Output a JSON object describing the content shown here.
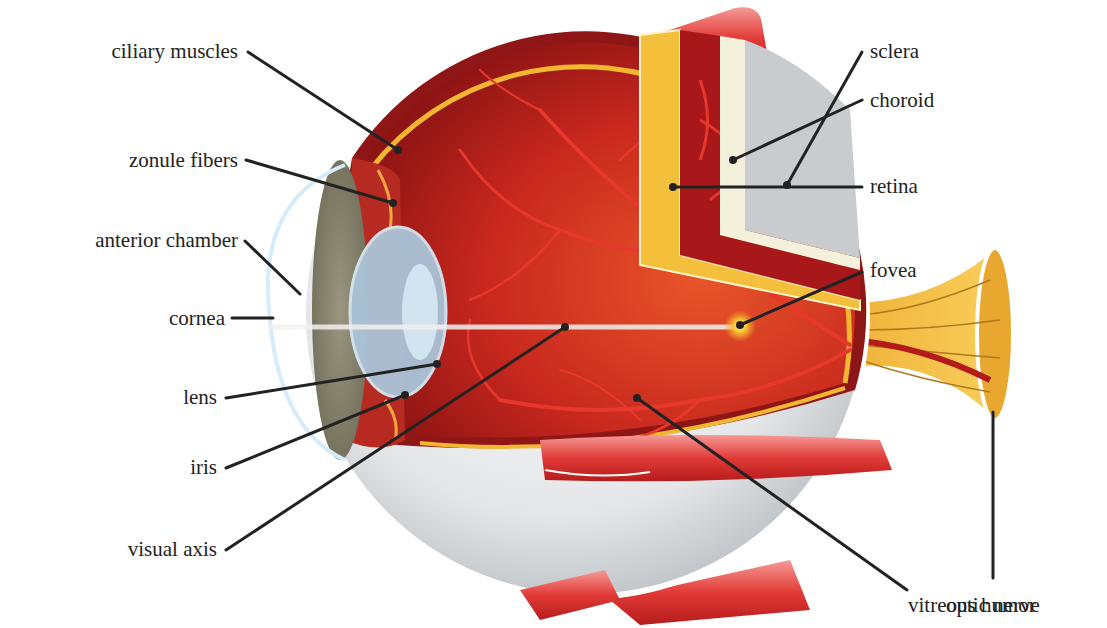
{
  "diagram": {
    "labels": [
      "ciliary muscles",
      "zonule fibers",
      "anterior chamber",
      "cornea",
      "lens",
      "iris",
      "visual axis",
      "sclera",
      "choroid",
      "retina",
      "fovea",
      "optic nerve",
      "vitreous humor"
    ]
  }
}
